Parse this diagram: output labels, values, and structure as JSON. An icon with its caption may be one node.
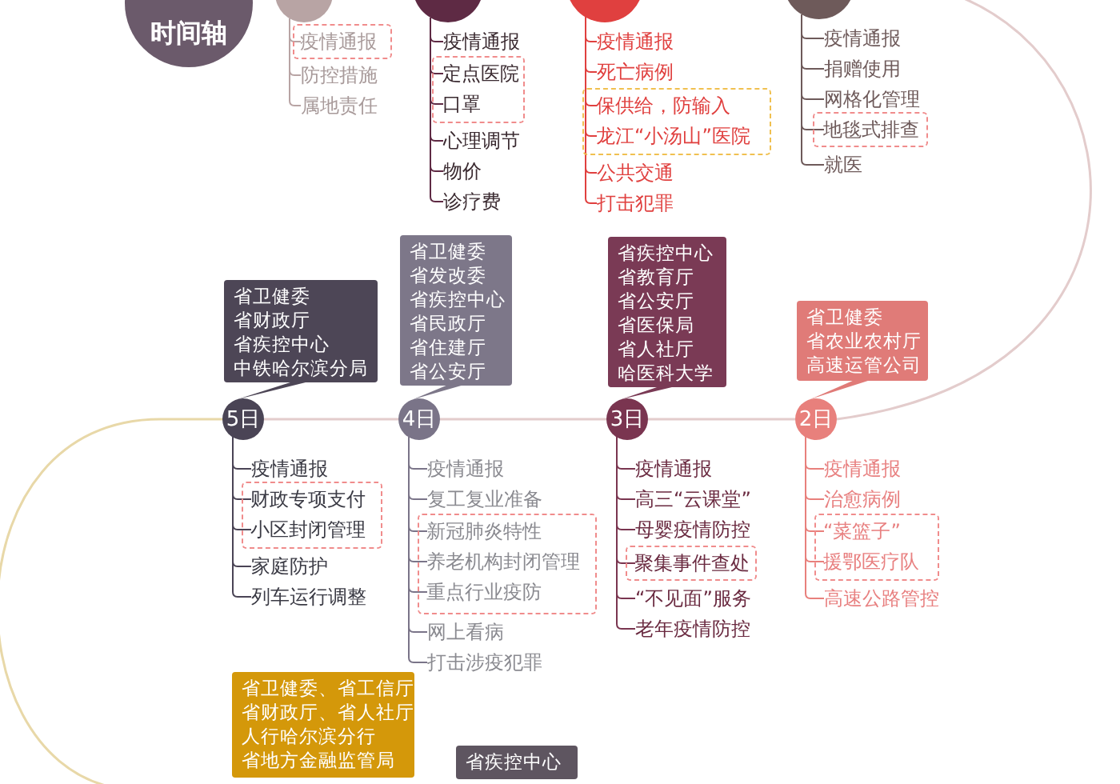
{
  "diagram": {
    "nodes": [
      {
        "text": [
          "时间轴"
        ]
      },
      {
        "text": [],
        "shape": "circle"
      },
      {
        "text": [],
        "shape": "circle"
      },
      {
        "text": [],
        "shape": "circle"
      },
      {
        "text": [],
        "shape": "circle"
      },
      {
        "text": [],
        "shape": "box"
      },
      {
        "text": [
          "疫情通报"
        ],
        "in": 5
      },
      {
        "text": [
          "防控措施"
        ]
      },
      {
        "text": [
          "属地责任"
        ]
      },
      {
        "text": [
          "疫情通报"
        ]
      },
      {
        "text": [],
        "shape": "box"
      },
      {
        "text": [
          "定点医院"
        ],
        "in": 10
      },
      {
        "text": [
          "口罩"
        ],
        "in": 10
      },
      {
        "text": [
          "心理调节"
        ]
      },
      {
        "text": [
          "物价"
        ]
      },
      {
        "text": [
          "诊疗费"
        ]
      },
      {
        "text": [
          "疫情通报"
        ]
      },
      {
        "text": [
          "死亡病例"
        ]
      },
      {
        "text": [],
        "shape": "box"
      },
      {
        "text": [
          "保供给，防输入"
        ],
        "in": 18
      },
      {
        "text": [
          "龙江“小汤山”医院"
        ],
        "in": 18
      },
      {
        "text": [
          "公共交通"
        ]
      },
      {
        "text": [
          "打击犯罪"
        ]
      },
      {
        "text": [
          "疫情通报"
        ]
      },
      {
        "text": [
          "捐赠使用"
        ]
      },
      {
        "text": [
          "网格化管理"
        ]
      },
      {
        "text": [],
        "shape": "box"
      },
      {
        "text": [
          "地毯式排查"
        ],
        "in": 26
      },
      {
        "text": [
          "就医"
        ]
      },
      {
        "text": [
          "省卫健委",
          "省财政厅",
          "省疾控中心",
          "中铁哈尔滨分局"
        ]
      },
      {
        "text": [
          "省卫健委",
          "省发改委",
          "省疾控中心",
          "省民政厅",
          "省住建厅",
          "省公安厅"
        ]
      },
      {
        "text": [
          "省疾控中心",
          "省教育厅",
          "省公安厅",
          "省医保局",
          "省人社厅",
          "哈医科大学"
        ]
      },
      {
        "text": [
          "省卫健委",
          "省农业农村厅",
          "高速运管公司"
        ]
      },
      {
        "text": [
          "5日"
        ]
      },
      {
        "text": [
          "4日"
        ]
      },
      {
        "text": [
          "3日"
        ]
      },
      {
        "text": [
          "2日"
        ]
      },
      {
        "text": [
          "疫情通报"
        ]
      },
      {
        "text": [],
        "shape": "box"
      },
      {
        "text": [
          "财政专项支付"
        ],
        "in": 38
      },
      {
        "text": [
          "小区封闭管理"
        ],
        "in": 38
      },
      {
        "text": [
          "家庭防护"
        ]
      },
      {
        "text": [
          "列车运行调整"
        ]
      },
      {
        "text": [
          "疫情通报"
        ]
      },
      {
        "text": [
          "复工复业准备"
        ]
      },
      {
        "text": [],
        "shape": "box"
      },
      {
        "text": [
          "新冠肺炎特性"
        ],
        "in": 45
      },
      {
        "text": [
          "养老机构封闭管理"
        ],
        "in": 45
      },
      {
        "text": [
          "重点行业疫防"
        ],
        "in": 45
      },
      {
        "text": [
          "网上看病"
        ]
      },
      {
        "text": [
          "打击涉疫犯罪"
        ]
      },
      {
        "text": [
          "疫情通报"
        ]
      },
      {
        "text": [
          "高三“云课堂”"
        ]
      },
      {
        "text": [
          "母婴疫情防控"
        ]
      },
      {
        "text": [],
        "shape": "box"
      },
      {
        "text": [
          "聚集事件查处"
        ],
        "in": 54
      },
      {
        "text": [
          "“不见面”服务"
        ]
      },
      {
        "text": [
          "老年疫情防控"
        ]
      },
      {
        "text": [
          "疫情通报"
        ]
      },
      {
        "text": [
          "治愈病例"
        ]
      },
      {
        "text": [],
        "shape": "box"
      },
      {
        "text": [
          "“菜篮子”"
        ],
        "in": 60
      },
      {
        "text": [
          "援鄂医疗队"
        ],
        "in": 60
      },
      {
        "text": [
          "高速公路管控"
        ]
      },
      {
        "text": [
          "省卫健委、省工信厅",
          "省财政厅、省人社厅",
          "人行哈尔滨分行",
          "省地方金融监管局"
        ]
      },
      {
        "text": [
          "省疾控中心"
        ]
      }
    ],
    "edges": [
      {
        "from": 1,
        "to": 6,
        "arrow": "none",
        "color": "#b8a4a4"
      },
      {
        "from": 1,
        "to": 7,
        "arrow": "none",
        "color": "#b8a4a4"
      },
      {
        "from": 1,
        "to": 8,
        "arrow": "none",
        "color": "#b8a4a4"
      },
      {
        "from": 2,
        "to": 9,
        "arrow": "none",
        "color": "#5e2a44"
      },
      {
        "from": 2,
        "to": 11,
        "arrow": "none",
        "color": "#5e2a44"
      },
      {
        "from": 2,
        "to": 12,
        "arrow": "none",
        "color": "#5e2a44"
      },
      {
        "from": 2,
        "to": 13,
        "arrow": "none",
        "color": "#5e2a44"
      },
      {
        "from": 2,
        "to": 14,
        "arrow": "none",
        "color": "#5e2a44"
      },
      {
        "from": 2,
        "to": 15,
        "arrow": "none",
        "color": "#5e2a44"
      },
      {
        "from": 3,
        "to": 16,
        "arrow": "none",
        "color": "#e0403f"
      },
      {
        "from": 3,
        "to": 17,
        "arrow": "none",
        "color": "#e0403f"
      },
      {
        "from": 3,
        "to": 19,
        "arrow": "none",
        "color": "#e0403f"
      },
      {
        "from": 3,
        "to": 20,
        "arrow": "none",
        "color": "#e0403f"
      },
      {
        "from": 3,
        "to": 21,
        "arrow": "none",
        "color": "#e0403f"
      },
      {
        "from": 3,
        "to": 22,
        "arrow": "none",
        "color": "#e0403f"
      },
      {
        "from": 4,
        "to": 23,
        "arrow": "none",
        "color": "#6e5a5a"
      },
      {
        "from": 4,
        "to": 24,
        "arrow": "none",
        "color": "#6e5a5a"
      },
      {
        "from": 4,
        "to": 25,
        "arrow": "none",
        "color": "#6e5a5a"
      },
      {
        "from": 4,
        "to": 27,
        "arrow": "none",
        "color": "#6e5a5a"
      },
      {
        "from": 4,
        "to": 28,
        "arrow": "none",
        "color": "#6e5a5a"
      },
      {
        "from": null,
        "to": 36,
        "arrow": "none",
        "color": "#e3cccc"
      },
      {
        "from": 36,
        "to": 35,
        "arrow": "none",
        "color": "#e3cccc"
      },
      {
        "from": 35,
        "to": 34,
        "arrow": "none",
        "color": "#e3cccc"
      },
      {
        "from": 34,
        "to": 33,
        "arrow": "none",
        "color": "#e3cccc"
      },
      {
        "from": 33,
        "to": null,
        "arrow": "none",
        "color": "#e8d8a8"
      },
      {
        "from": 29,
        "to": 33,
        "arrow": "none",
        "color": "#4d4656"
      },
      {
        "from": 30,
        "to": 34,
        "arrow": "none",
        "color": "#7d7789"
      },
      {
        "from": 31,
        "to": 35,
        "arrow": "none",
        "color": "#7a3a55"
      },
      {
        "from": 32,
        "to": 36,
        "arrow": "none",
        "color": "#e07b78"
      },
      {
        "from": 33,
        "to": 37,
        "arrow": "none",
        "color": "#4a4455"
      },
      {
        "from": 33,
        "to": 39,
        "arrow": "none",
        "color": "#4a4455"
      },
      {
        "from": 33,
        "to": 40,
        "arrow": "none",
        "color": "#4a4455"
      },
      {
        "from": 33,
        "to": 41,
        "arrow": "none",
        "color": "#4a4455"
      },
      {
        "from": 33,
        "to": 42,
        "arrow": "none",
        "color": "#4a4455"
      },
      {
        "from": 34,
        "to": 43,
        "arrow": "none",
        "color": "#7a7488"
      },
      {
        "from": 34,
        "to": 44,
        "arrow": "none",
        "color": "#7a7488"
      },
      {
        "from": 34,
        "to": 46,
        "arrow": "none",
        "color": "#7a7488"
      },
      {
        "from": 34,
        "to": 47,
        "arrow": "none",
        "color": "#7a7488"
      },
      {
        "from": 34,
        "to": 48,
        "arrow": "none",
        "color": "#7a7488"
      },
      {
        "from": 34,
        "to": 49,
        "arrow": "none",
        "color": "#7a7488"
      },
      {
        "from": 34,
        "to": 50,
        "arrow": "none",
        "color": "#7a7488"
      },
      {
        "from": 35,
        "to": 51,
        "arrow": "none",
        "color": "#7a3550"
      },
      {
        "from": 35,
        "to": 52,
        "arrow": "none",
        "color": "#7a3550"
      },
      {
        "from": 35,
        "to": 53,
        "arrow": "none",
        "color": "#7a3550"
      },
      {
        "from": 35,
        "to": 55,
        "arrow": "none",
        "color": "#7a3550"
      },
      {
        "from": 35,
        "to": 56,
        "arrow": "none",
        "color": "#7a3550"
      },
      {
        "from": 35,
        "to": 57,
        "arrow": "none",
        "color": "#7a3550"
      },
      {
        "from": 36,
        "to": 58,
        "arrow": "none",
        "color": "#e8807c"
      },
      {
        "from": 36,
        "to": 59,
        "arrow": "none",
        "color": "#e8807c"
      },
      {
        "from": 36,
        "to": 61,
        "arrow": "none",
        "color": "#e8807c"
      },
      {
        "from": 36,
        "to": 62,
        "arrow": "none",
        "color": "#e8807c"
      },
      {
        "from": 36,
        "to": 63,
        "arrow": "none",
        "color": "#e8807c"
      }
    ]
  }
}
